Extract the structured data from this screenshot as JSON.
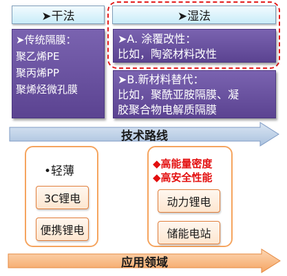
{
  "headers": {
    "dry": "➤干法",
    "wet": "➤湿法"
  },
  "dry_box": {
    "lines": [
      "➤传统隔膜：",
      "聚乙烯PE",
      "聚丙烯PP",
      "聚烯烃微孔膜"
    ]
  },
  "wet_a": {
    "lines": [
      "➤A. 涂覆改性：",
      "比如，陶瓷材料改性"
    ]
  },
  "wet_b": {
    "lines": [
      "➤B.新材料替代：",
      "比如，聚酰亚胺隔膜、凝",
      "胶聚合物电解质隔膜"
    ]
  },
  "tech_route": {
    "label": "技术路线"
  },
  "left_panel": {
    "bullet": "•轻薄",
    "chips": [
      "3C锂电",
      "便携锂电"
    ]
  },
  "right_panel": {
    "features": [
      "◆高能量密度",
      "◆高安全性能"
    ],
    "chips": [
      "动力锂电",
      "储能电站"
    ]
  },
  "application": {
    "label": "应用领域"
  },
  "colors": {
    "purple": "#6a52a3",
    "header": "#c9ecf8",
    "dashed_red": "#e21c1c",
    "arrow_blue": "#b8cce4",
    "arrow_orange": "#f7b27a",
    "feature_red": "#e30f0f"
  }
}
